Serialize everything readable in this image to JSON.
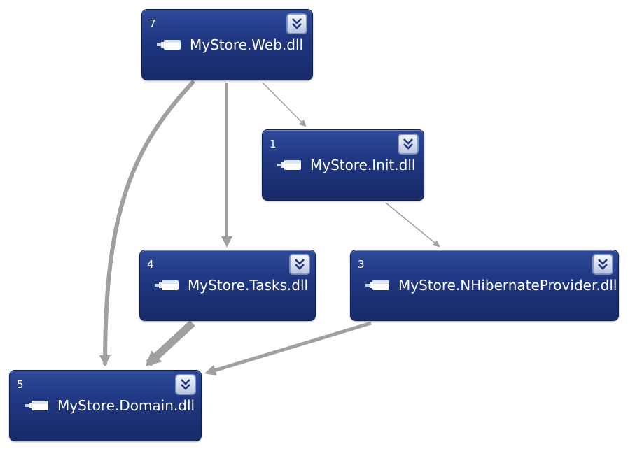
{
  "nodes": {
    "web": {
      "label": "MyStore.Web.dll",
      "count": "7"
    },
    "init": {
      "label": "MyStore.Init.dll",
      "count": "1"
    },
    "tasks": {
      "label": "MyStore.Tasks.dll",
      "count": "4"
    },
    "nhibernate": {
      "label": "MyStore.NHibernateProvider.dll",
      "count": "3"
    },
    "domain": {
      "label": "MyStore.Domain.dll",
      "count": "5"
    }
  },
  "icons": {
    "assembly": "assembly-icon",
    "expand": "double-chevron-down-icon"
  },
  "colors": {
    "node_fill_top": "#2d4a9a",
    "node_fill_bottom": "#182a68",
    "node_text": "#ffffff",
    "edge": "#a0a0a0",
    "background": "#ffffff"
  }
}
